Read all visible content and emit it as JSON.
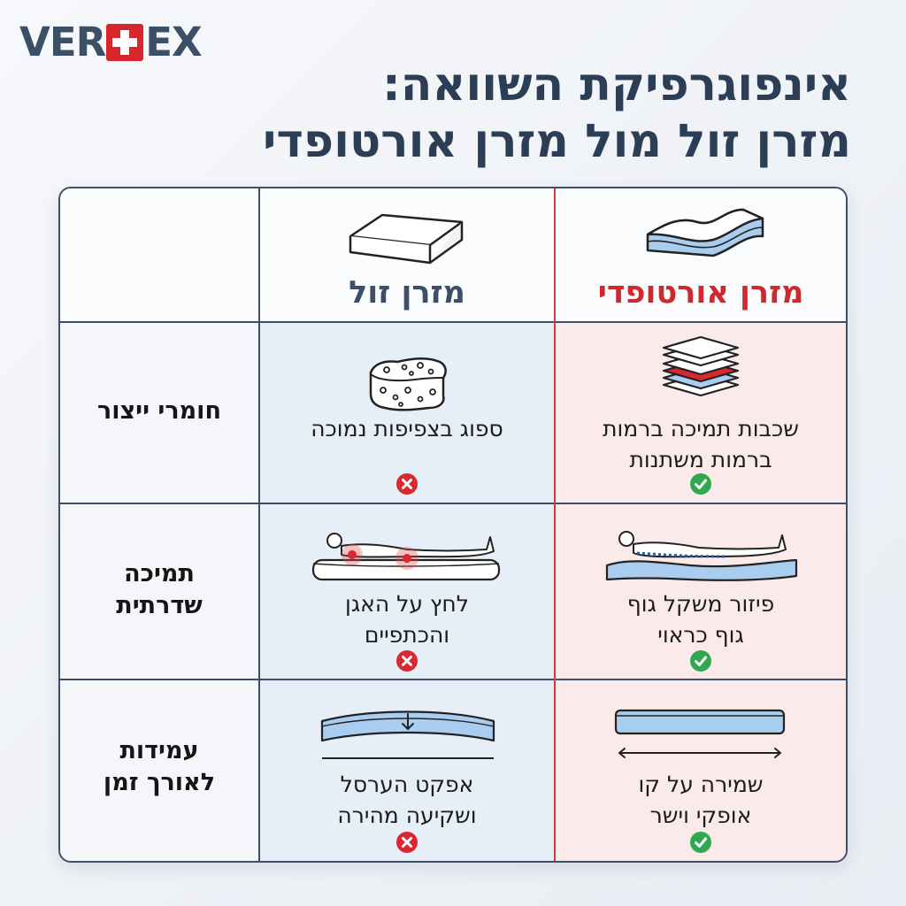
{
  "logo": {
    "before_cross": "VER",
    "after_cross": "EX"
  },
  "title": {
    "line1": "אינפוגרפיקת השוואה:",
    "line2": "מזרן זול מול מזרן אורטופדי"
  },
  "columns": {
    "cheap": {
      "header": "מזרן זול",
      "color": "#3b4f66",
      "icon": "plain-mattress-icon"
    },
    "ortho": {
      "header": "מזרן אורטופדי",
      "color": "#cc2a2e",
      "icon": "contoured-mattress-icon"
    }
  },
  "rows": [
    {
      "label": "חומרי ייצור",
      "cheap": {
        "line1": "ספוג בצפיפות נמוכה",
        "line2": "",
        "icon": "sponge-icon",
        "status": "x-mark-icon"
      },
      "ortho": {
        "line1": "שכבות תמיכה ברמות",
        "line2": "ברמות משתנות",
        "icon": "layers-icon",
        "status": "check-mark-icon"
      }
    },
    {
      "label_line1": "תמיכה",
      "label_line2": "שדרתית",
      "cheap": {
        "line1": "לחץ על האגן",
        "line2": "והכתפיים",
        "icon": "body-pressure-icon",
        "status": "x-mark-icon"
      },
      "ortho": {
        "line1": "פיזור משקל גוף",
        "line2": "גוף כראוי",
        "icon": "body-aligned-icon",
        "status": "check-mark-icon"
      }
    },
    {
      "label_line1": "עמידות",
      "label_line2": "לאורך זמן",
      "cheap": {
        "line1": "אפקט הערסל",
        "line2": "ושקיעה מהירה",
        "icon": "sagging-mattress-icon",
        "status": "x-mark-icon"
      },
      "ortho": {
        "line1": "שמירה על קו",
        "line2": "אופקי וישר",
        "icon": "flat-mattress-icon",
        "status": "check-mark-icon"
      }
    }
  ],
  "colors": {
    "x": "#d9282f",
    "check": "#2fa84f",
    "border": "#3d4f66",
    "accent": "#cf3b3d"
  }
}
